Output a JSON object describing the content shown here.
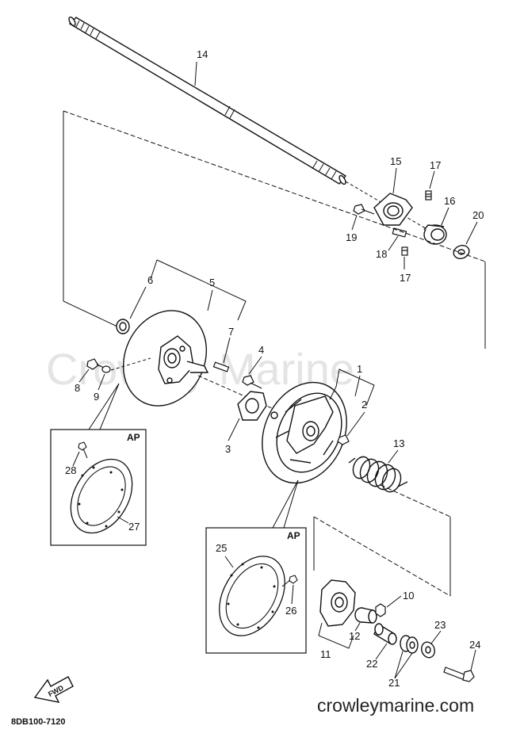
{
  "watermark": "Crowley Marine",
  "callouts": [
    "14",
    "15",
    "17",
    "16",
    "20",
    "19",
    "18",
    "17",
    "6",
    "5",
    "7",
    "4",
    "8",
    "9",
    "1",
    "2",
    "3",
    "13",
    "28",
    "27",
    "25",
    "26",
    "10",
    "12",
    "11",
    "22",
    "23",
    "21",
    "24"
  ],
  "ap_labels": [
    "AP",
    "AP"
  ],
  "fwd_label": "FWD",
  "site_url": "crowleymarine.com",
  "diagram_code": "8DB100-7120"
}
